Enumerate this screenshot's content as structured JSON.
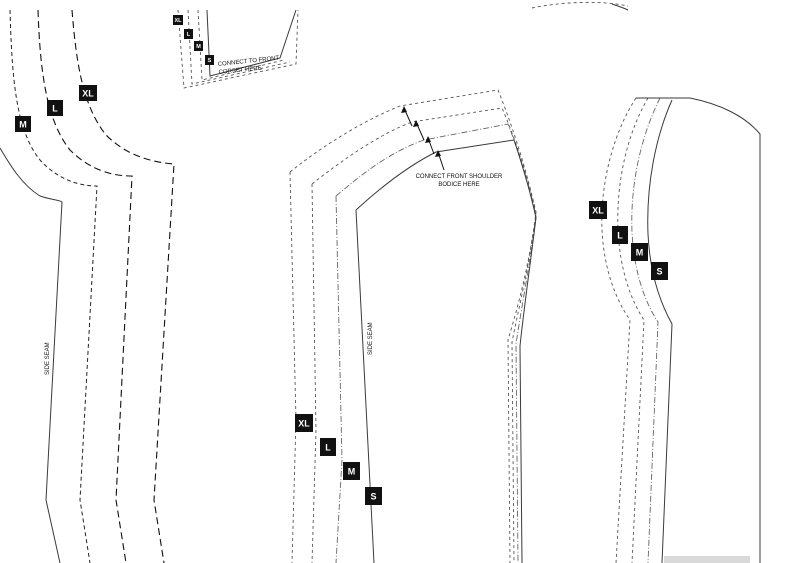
{
  "annotations": {
    "side_seam_left": "SIDE SEAM",
    "side_seam_mid": "SIDE SEAM",
    "connect_corset_line1": "CONNECT TO FRONT",
    "connect_corset_line2": "CORSET HERE",
    "connect_bodice_line1": "CONNECT FRONT SHOULDER",
    "connect_bodice_line2": "BODICE HERE"
  },
  "size_tags": {
    "left": [
      "M",
      "L",
      "XL"
    ],
    "top": [
      "XL",
      "L",
      "M",
      "S"
    ],
    "middle": [
      "XL",
      "L",
      "M",
      "S"
    ],
    "right": [
      "XL",
      "L",
      "M",
      "S"
    ]
  },
  "colors": {
    "tag_fill": "#111111",
    "tag_text": "#ffffff",
    "line": "#3a3a3a",
    "footer_bar": "#d9d9d9"
  }
}
